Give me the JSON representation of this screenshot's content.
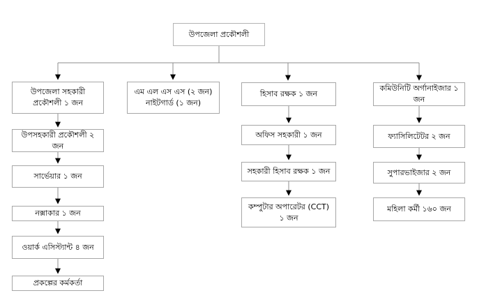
{
  "diagram": {
    "type": "org-chart",
    "language": "Bengali",
    "root_id": "root",
    "branches": [
      [
        "c1n1",
        "c1n2",
        "c1n3",
        "c1n4",
        "c1n5",
        "c1n6"
      ],
      [
        "c2n1"
      ],
      [
        "c3n1",
        "c3n2",
        "c3n3",
        "c3n4"
      ],
      [
        "c4n1",
        "c4n2",
        "c4n3",
        "c4n4"
      ]
    ],
    "colors": {
      "background": "#ffffff",
      "box_border": "#a6a6a6",
      "line": "#8c8c8c",
      "arrowhead": "#000000",
      "text": "#000000"
    }
  },
  "nodes": {
    "root": {
      "label": "উপজেলা প্রকৌশলী"
    },
    "c1n1": {
      "label": "উপজেলা সহকারী প্রকৌশলী ১ জন"
    },
    "c1n2": {
      "label": "উপসহকারী প্রকৌশলী ২ জন"
    },
    "c1n3": {
      "label": "সার্ভেয়ার  ১ জন"
    },
    "c1n4": {
      "label": "নক্সাকার  ১ জন"
    },
    "c1n5": {
      "label": "ওয়ার্ক এসিস্ট্যান্ট ৪ জন"
    },
    "c1n6": {
      "label": "প্রকল্পের কর্মকর্তা"
    },
    "c2n1": {
      "label": "এম এল এস এস (২ জন)\nনাইটগার্ড (১ জন)"
    },
    "c3n1": {
      "label": "হিসাব রক্ষক ১ জন"
    },
    "c3n2": {
      "label": "অফিস সহকারী ১ জন"
    },
    "c3n3": {
      "label": "সহকারী হিসাব রক্ষক ১ জন"
    },
    "c3n4": {
      "label": "কম্পুটার অপারেটর (CCT) ১ জন"
    },
    "c4n1": {
      "label": "কমিউনিটি অর্গানাইজার ১ জন"
    },
    "c4n2": {
      "label": "ফ্যাসিলিটেটর ২ জন"
    },
    "c4n3": {
      "label": "সুপারভাইজার ২ জন"
    },
    "c4n4": {
      "label": "মহিলা কর্মী ১৬০ জন"
    }
  }
}
